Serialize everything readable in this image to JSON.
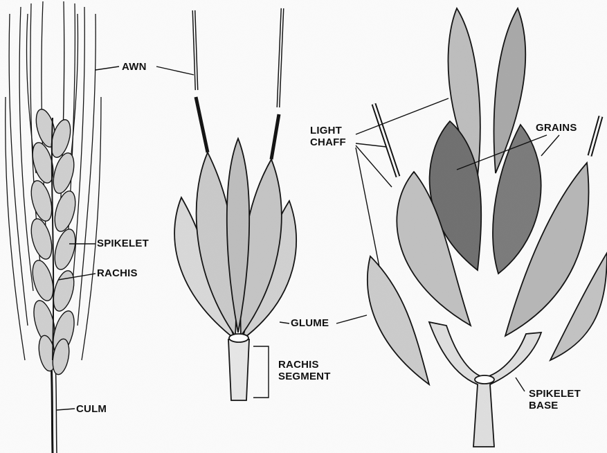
{
  "labels": {
    "awn": "AWN",
    "spikelet": "SPIKELET",
    "rachis": "RACHIS",
    "culm": "CULM",
    "glume": "GLUME",
    "rachis_segment": [
      "RACHIS",
      "SEGMENT"
    ],
    "light_chaff": [
      "LIGHT",
      "CHAFF"
    ],
    "grains": "GRAINS",
    "spikelet_base": [
      "SPIKELET",
      "BASE"
    ]
  },
  "colors": {
    "ink": "#111111",
    "paper": "#fbfbfb",
    "shade": "#8a8a8a",
    "grain": "#6f6f6f"
  }
}
